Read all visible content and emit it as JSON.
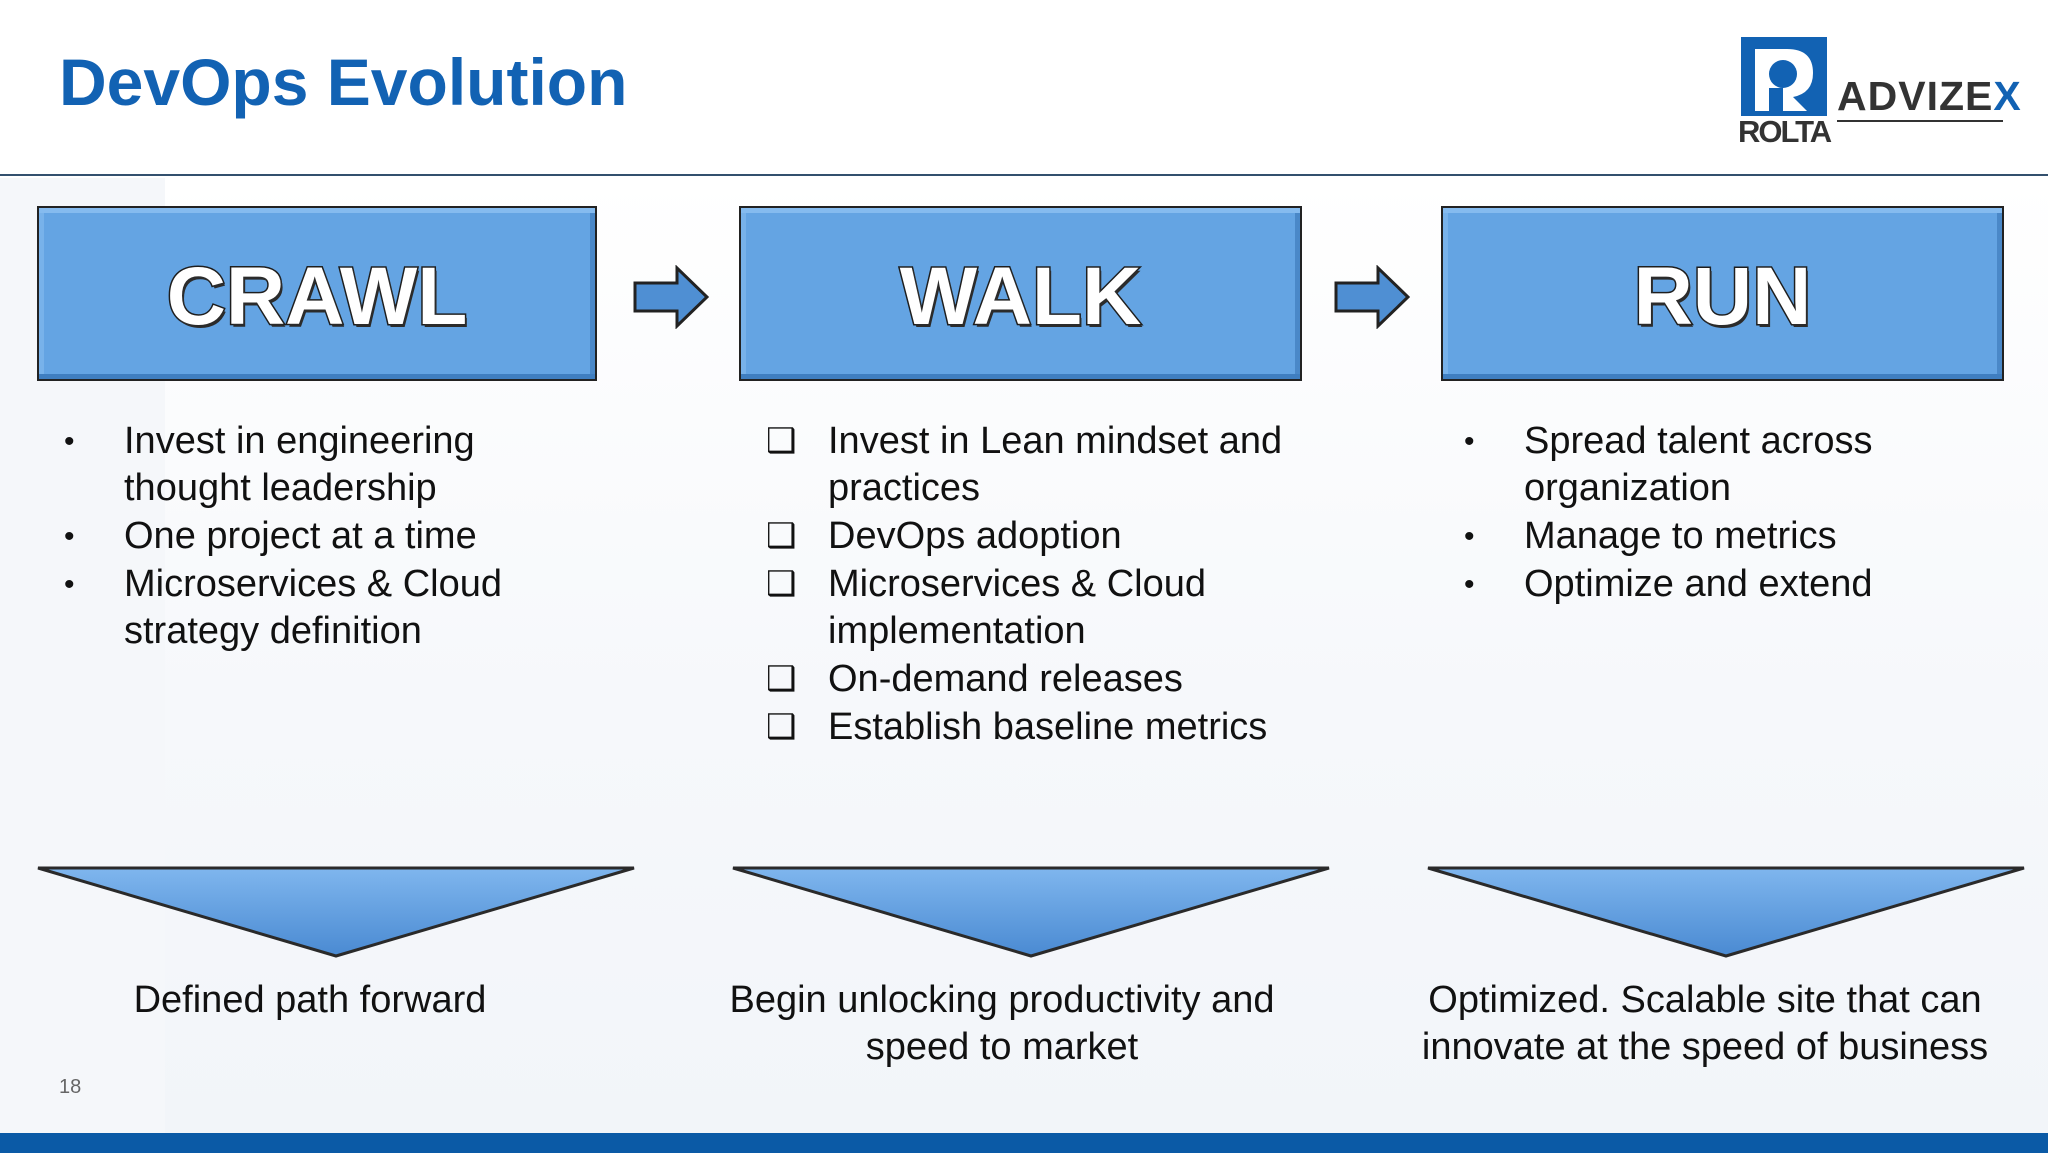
{
  "title": "DevOps Evolution",
  "logo": {
    "mark_text": "ROLTA",
    "brand_text": "ADVIZE",
    "brand_accent": "X"
  },
  "colors": {
    "title": "#1262b3",
    "box_fill": "#64a4e3",
    "bar": "#0b5aa6"
  },
  "stages": [
    {
      "label": "CRAWL",
      "marker": "•",
      "items": [
        "Invest in engineering thought leadership",
        "One project at a time",
        "Microservices & Cloud strategy definition"
      ],
      "outcome": "Defined path forward"
    },
    {
      "label": "WALK",
      "marker": "❑",
      "items": [
        "Invest in Lean mindset and practices",
        "DevOps adoption",
        "Microservices & Cloud implementation",
        "On-demand releases",
        "Establish baseline metrics"
      ],
      "outcome": "Begin unlocking productivity and speed to market"
    },
    {
      "label": "RUN",
      "marker": "•",
      "items": [
        "Spread talent across organization",
        "Manage to metrics",
        "Optimize and extend"
      ],
      "outcome": "Optimized. Scalable site that can innovate at the speed of business"
    }
  ],
  "page_number": "18"
}
